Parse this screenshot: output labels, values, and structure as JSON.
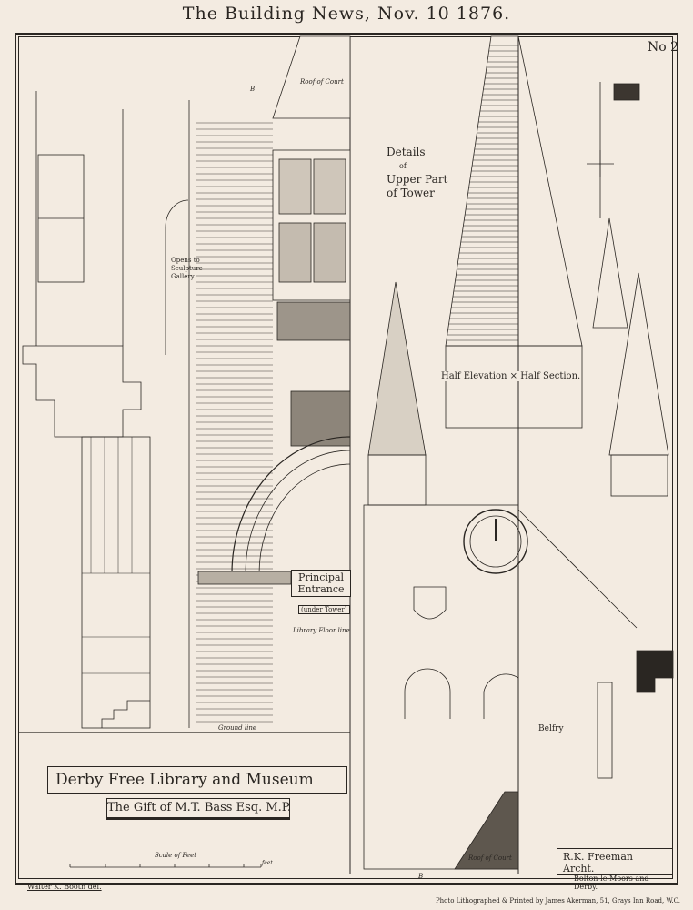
{
  "header": {
    "title": "The Building News, Nov. 10 1876."
  },
  "plate_number": "No 2",
  "details_heading": {
    "line1": "Details",
    "line2": "of",
    "line3": "Upper Part",
    "line4": "of Tower"
  },
  "half_elevation_label": "Half Elevation × Half Section.",
  "entrance_label": {
    "title": "Principal Entrance",
    "subtitle": "(under Tower)"
  },
  "annotations": {
    "sculpture_gallery": "Opens to Sculpture Gallery",
    "library_floor": "Library Floor line",
    "ground_line": "Ground line",
    "roof_of_court_top": "Roof of Court",
    "roof_of_court_bottom": "Roof of Court",
    "section_mark_top": "B",
    "section_mark_bottom": "B",
    "belfry": "Belfry"
  },
  "title_banner": "Derby Free Library and Museum",
  "gift_banner": "The Gift of M.T. Bass Esq. M.P.",
  "scale": {
    "label": "Scale of Feet",
    "end": "feet"
  },
  "delineator": "Walter K. Booth del.",
  "architect": {
    "name": "R.K. Freeman Archt.",
    "place": "Bolton-le-Moors and Derby."
  },
  "printer": "Photo Lithographed & Printed by James Akerman, 51, Grays Inn Road, W.C."
}
